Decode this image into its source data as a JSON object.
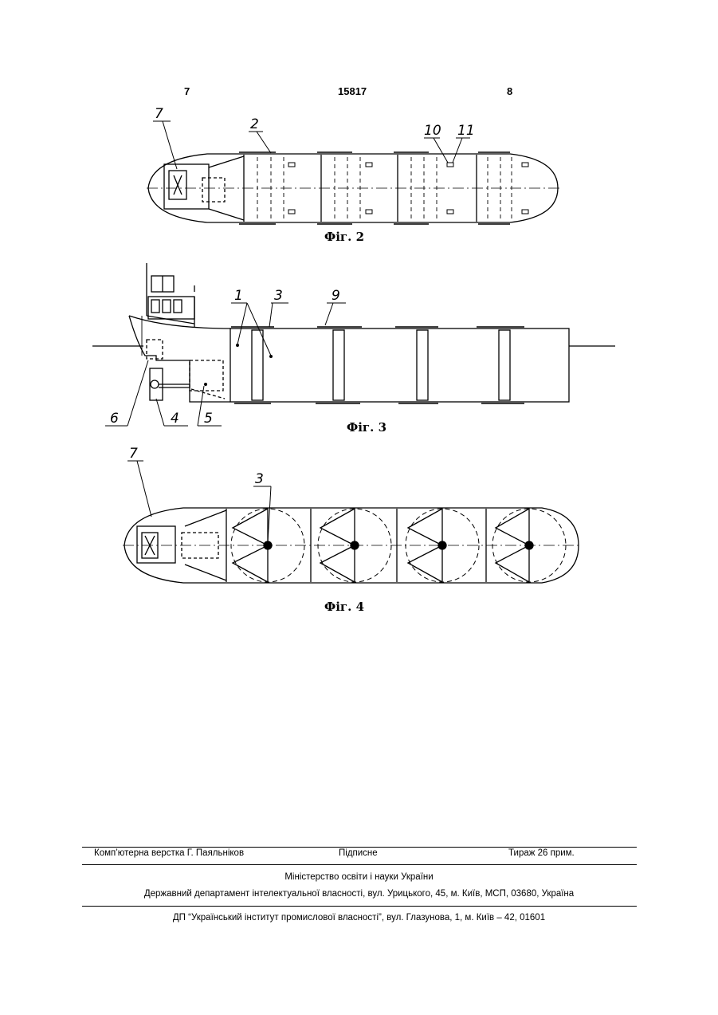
{
  "header": {
    "page_left": "7",
    "patent_number": "15817",
    "page_right": "8"
  },
  "figures": [
    {
      "caption": "Фіг. 2",
      "callouts": [
        "7",
        "2",
        "10",
        "11"
      ]
    },
    {
      "caption": "Фіг. 3",
      "callouts": [
        "1",
        "3",
        "9",
        "6",
        "4",
        "5"
      ]
    },
    {
      "caption": "Фіг. 4",
      "callouts": [
        "7",
        "3"
      ]
    }
  ],
  "footer": {
    "typesetting": "Комп’ютерна верстка Г. Паяльніков",
    "subscription": "Підписне",
    "circulation": "Тираж 26 прим.",
    "ministry": "Міністерство освіти і науки України",
    "department": "Державний департамент інтелектуальної власності, вул. Урицького, 45, м. Київ, МСП, 03680, Україна",
    "institute": "ДП “Український інститут промислової власності”, вул. Глазунова, 1, м. Київ – 42, 01601"
  }
}
